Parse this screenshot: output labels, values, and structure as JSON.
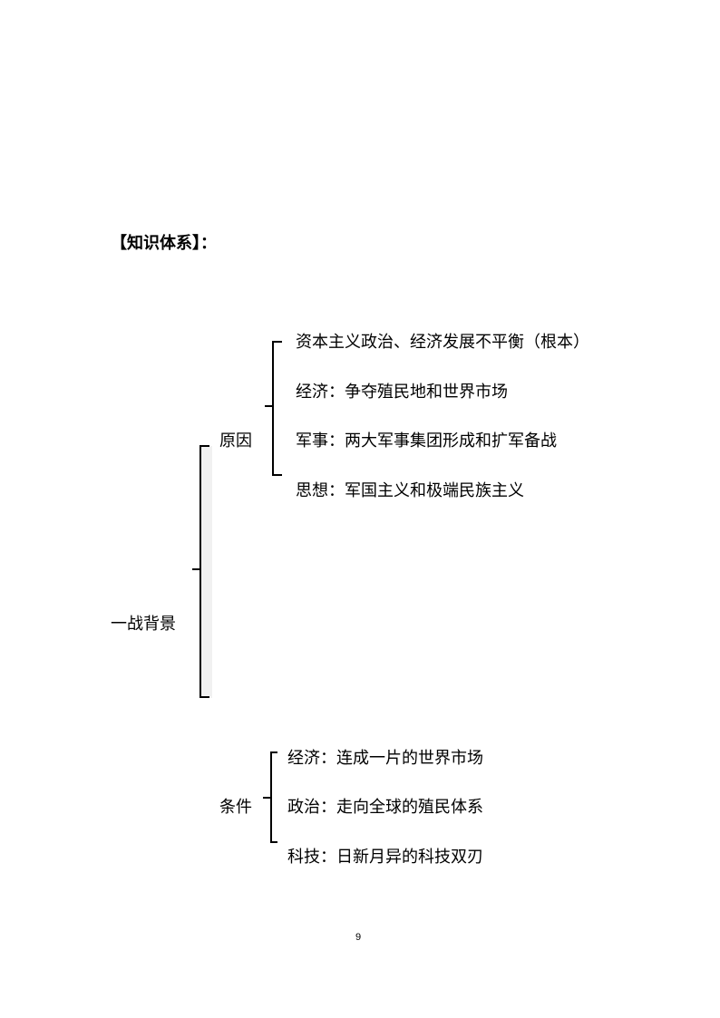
{
  "heading": "【知识体系】：",
  "root": "一战背景",
  "causes": {
    "label": "原因",
    "items": [
      "资本主义政治、经济发展不平衡（根本）",
      "经济：争夺殖民地和世界市场",
      "军事：两大军事集团形成和扩军备战",
      "思想：军国主义和极端民族主义"
    ]
  },
  "conditions": {
    "label": "条件",
    "items": [
      "经济：连成一片的世界市场",
      "政治：走向全球的殖民体系",
      "科技：日新月异的科技双刃"
    ]
  },
  "page_number": "9"
}
